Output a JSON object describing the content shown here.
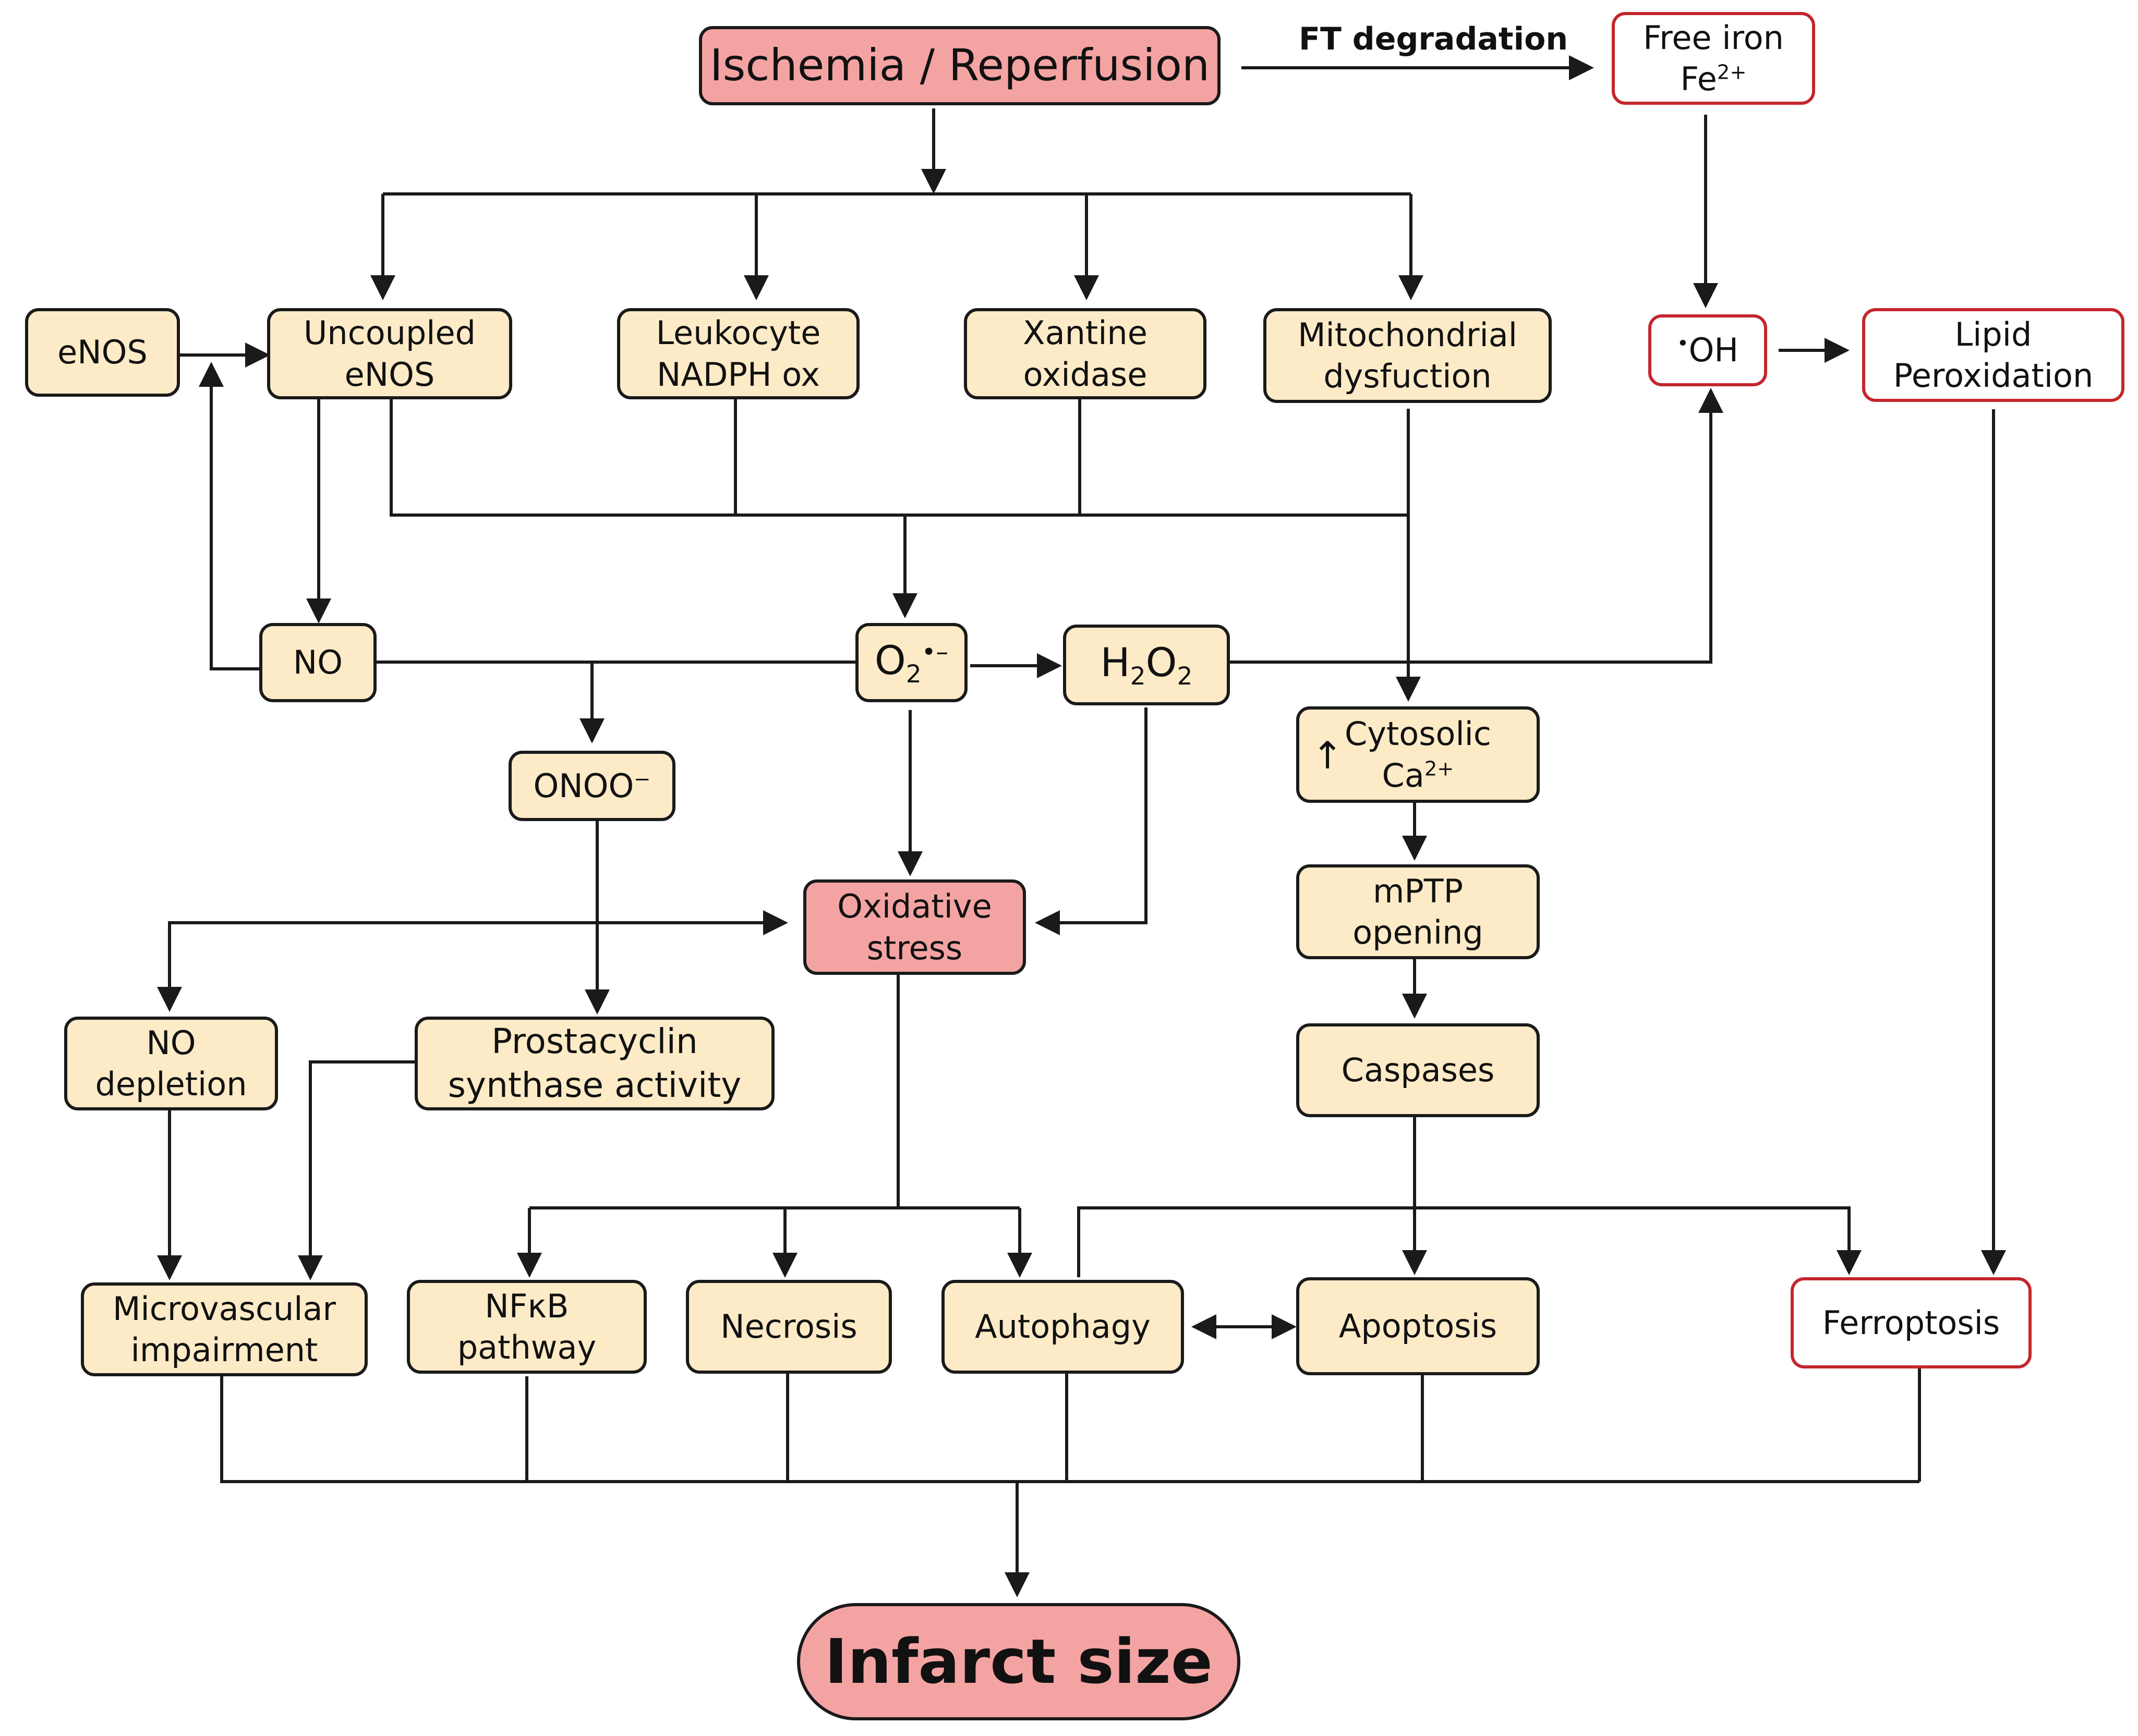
{
  "diagram": {
    "nodes": {
      "ischemia": {
        "label": "Ischemia / Reperfusion"
      },
      "free_iron": {
        "line1": "Free iron",
        "line2": "Fe",
        "sup": "2+"
      },
      "enos": {
        "label": "eNOS"
      },
      "uncoupled_enos": {
        "line1": "Uncoupled",
        "line2": "eNOS"
      },
      "leukocyte": {
        "line1": "Leukocyte",
        "line2": "NADPH ox"
      },
      "xantine": {
        "line1": "Xantine",
        "line2": "oxidase"
      },
      "mito": {
        "line1": "Mitochondrial",
        "line2": "dysfuction"
      },
      "oh": {
        "dot": "•",
        "label": "OH"
      },
      "lipid": {
        "line1": "Lipid",
        "line2": "Peroxidation"
      },
      "no": {
        "label": "NO"
      },
      "o2": {
        "base": "O",
        "sub": "2",
        "sup": "•–"
      },
      "h2o2": {
        "h": "H",
        "sub1": "2",
        "o": "O",
        "sub2": "2"
      },
      "onoo": {
        "base": "ONOO",
        "sup": "−"
      },
      "cytosolic": {
        "arrow": "↑",
        "line1": "Cytosolic",
        "line2": "Ca",
        "sup": "2+"
      },
      "oxidative": {
        "line1": "Oxidative",
        "line2": "stress"
      },
      "mptp": {
        "line1": "mPTP",
        "line2": "opening"
      },
      "no_depletion": {
        "line1": "NO",
        "line2": "depletion"
      },
      "prostacyclin": {
        "line1": "Prostacyclin",
        "line2": "synthase activity"
      },
      "caspases": {
        "label": "Caspases"
      },
      "microvascular": {
        "line1": "Microvascular",
        "line2": "impairment"
      },
      "nfkb": {
        "line1": "NFκB",
        "line2": "pathway"
      },
      "necrosis": {
        "label": "Necrosis"
      },
      "autophagy": {
        "label": "Autophagy"
      },
      "apoptosis": {
        "label": "Apoptosis"
      },
      "ferroptosis": {
        "label": "Ferroptosis"
      },
      "infarct": {
        "label": "Infarct size"
      }
    },
    "edge_labels": {
      "ft_degradation": "FT degradation"
    },
    "colors": {
      "box_fill": "#fdebc7",
      "highlight_fill": "#f4a3a3",
      "iron_pathway_border": "#c4262c",
      "line": "#1a1a1a"
    }
  }
}
